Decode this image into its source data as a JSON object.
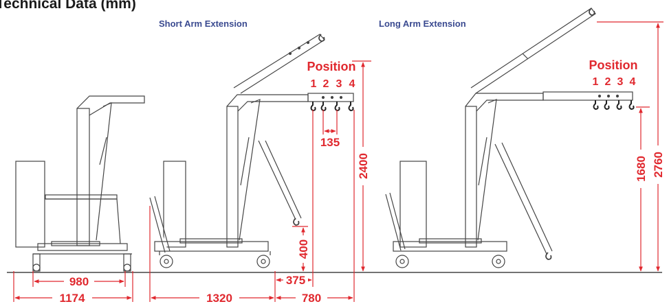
{
  "title": "Technical Data (mm)",
  "sections": {
    "short_arm": "Short Arm Extension",
    "long_arm": "Long Arm Extension"
  },
  "position": {
    "label": "Position",
    "numbers": [
      "1",
      "2",
      "3",
      "4"
    ]
  },
  "dimensions": {
    "width_inner": "980",
    "width_outer": "1174",
    "length_base": "1320",
    "arm_reach": "780",
    "hook_offset": "375",
    "hook_low": "400",
    "hook_spacing": "135",
    "short_max_height": "2400",
    "long_height_horizontal": "1680",
    "long_max_height": "2760"
  },
  "colors": {
    "dimension": "#e0282e",
    "drawing": "#444444",
    "subtitle": "#3a4a90"
  }
}
